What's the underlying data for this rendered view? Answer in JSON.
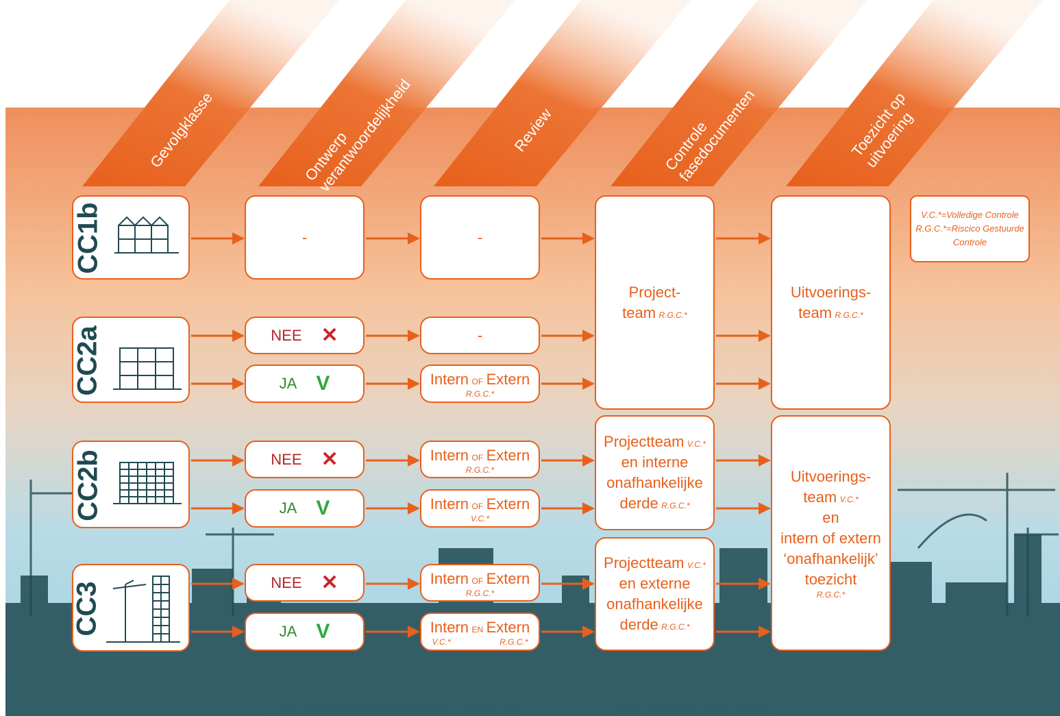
{
  "headers": [
    {
      "line1": "Gevolgklasse",
      "line2": ""
    },
    {
      "line1": "Ontwerp",
      "line2": "verantwoordelijkheid"
    },
    {
      "line1": "Review",
      "line2": ""
    },
    {
      "line1": "Controle",
      "line2": "fasedocumenten"
    },
    {
      "line1": "Toezicht op",
      "line2": "uitvoering"
    }
  ],
  "classes": [
    "CC1b",
    "CC2a",
    "CC2b",
    "CC3"
  ],
  "ontwerp": {
    "cc1b": "-",
    "nee": "NEE",
    "ja": "JA",
    "nee_mark": "✕",
    "ja_mark": "V"
  },
  "review": {
    "cc1b": "-",
    "cc2a_nee": "-",
    "intern": "Intern",
    "of": "OF",
    "en": "EN",
    "extern": "Extern",
    "rgc": "R.G.C.*",
    "vc": "V.C.*"
  },
  "controle": {
    "top_line1": "Project-",
    "top_line2": "team",
    "top_suffix": "R.G.C.*",
    "mid_line1": "Projectteam",
    "mid_line1_suffix": "V.C.*",
    "mid_line2": "en interne",
    "mid_line3": "onafhankelijke",
    "mid_line4": "derde",
    "mid_line4_suffix": "R.G.C.*",
    "bot_line1": "Projectteam",
    "bot_line1_suffix": "V.C.*",
    "bot_line2": "en externe",
    "bot_line3": "onafhankelijke",
    "bot_line4": "derde",
    "bot_line4_suffix": "R.G.C.*"
  },
  "toezicht": {
    "top_line1": "Uitvoerings-",
    "top_line2": "team",
    "top_suffix": "R.G.C.*",
    "bot_line1": "Uitvoerings-",
    "bot_line2": "team",
    "bot_line2_suffix": "V.C.*",
    "bot_line3": "en",
    "bot_line4": "intern of extern",
    "bot_line5": "‘onafhankelijk’",
    "bot_line6": "toezicht",
    "bot_line7": "R.G.C.*"
  },
  "legend": {
    "line1": "V.C.*=Volledige Controle",
    "line2": "R.G.C.*=Riscico Gestuurde",
    "line3": "Controle"
  },
  "colors": {
    "orange": "#e8601c",
    "teal": "#1f4a52",
    "red": "#c8262c",
    "green": "#2fa73a"
  }
}
